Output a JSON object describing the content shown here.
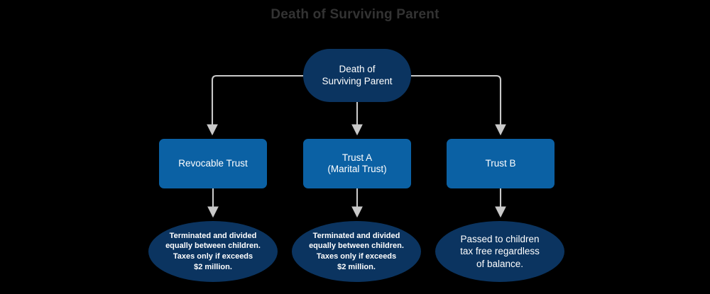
{
  "title": "Death of Surviving Parent",
  "colors": {
    "background": "#000000",
    "title_text": "#333333",
    "node_navy": "#0b3460",
    "node_blue": "#0b61a4",
    "node_text": "#ffffff",
    "edge": "#c9c9c9"
  },
  "diagram": {
    "type": "flowchart",
    "root": {
      "id": "root",
      "label": "Death of\nSurviving Parent"
    },
    "trusts": [
      {
        "id": "revocable-trust",
        "label": "Revocable Trust"
      },
      {
        "id": "trust-a",
        "label": "Trust A\n(Marital Trust)"
      },
      {
        "id": "trust-b",
        "label": "Trust B"
      }
    ],
    "outcomes": [
      {
        "id": "revocable-trust-outcome",
        "label": "Terminated and divided\nequally between children.\nTaxes only if exceeds\n$2 million."
      },
      {
        "id": "trust-a-outcome",
        "label": "Terminated and divided\nequally between children.\nTaxes only if exceeds\n$2 million."
      },
      {
        "id": "trust-b-outcome",
        "label": "Passed to children\ntax free regardless\nof balance."
      }
    ],
    "edges": [
      {
        "from": "root",
        "to": "revocable-trust"
      },
      {
        "from": "root",
        "to": "trust-a"
      },
      {
        "from": "root",
        "to": "trust-b"
      },
      {
        "from": "revocable-trust",
        "to": "revocable-trust-outcome"
      },
      {
        "from": "trust-a",
        "to": "trust-a-outcome"
      },
      {
        "from": "trust-b",
        "to": "trust-b-outcome"
      }
    ]
  }
}
